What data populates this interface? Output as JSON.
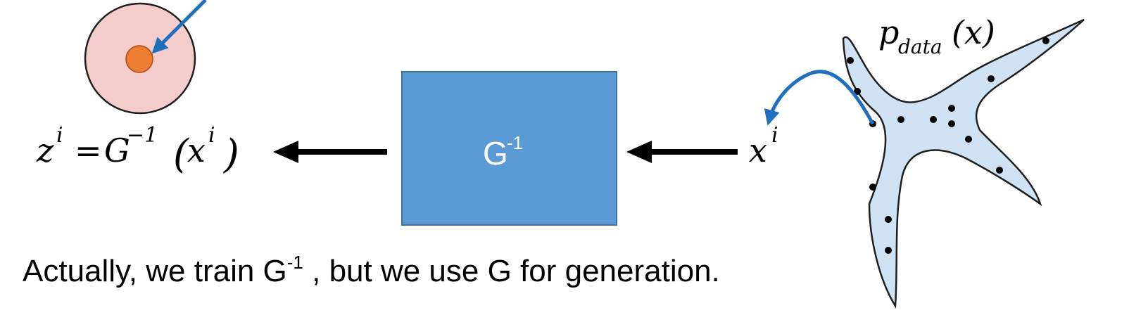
{
  "box": {
    "label": "G",
    "label_sup": "-1",
    "fill": "#5b9bd5",
    "stroke": "#41719c"
  },
  "equation": {
    "z": "z",
    "z_sup": "i",
    "equals": "=",
    "G": "G",
    "G_sup": "−1",
    "open_paren": "(",
    "x": "x",
    "x_sup": "i",
    "close_paren": ")"
  },
  "input_label": {
    "x": "x",
    "x_sup": "i"
  },
  "distribution_label": {
    "p": "p",
    "p_sub": "data",
    "arg": "(x)"
  },
  "caption": {
    "before": "Actually, we train G",
    "sup": "-1",
    "after": " , but we use G for generation."
  },
  "colors": {
    "gaussian_fill": "#f4cccc",
    "center_dot": "#ed7d31",
    "arrow_blue": "#1f6fbf",
    "blob_fill": "#d0e3f4",
    "blob_stroke": "#1f1f1f"
  }
}
